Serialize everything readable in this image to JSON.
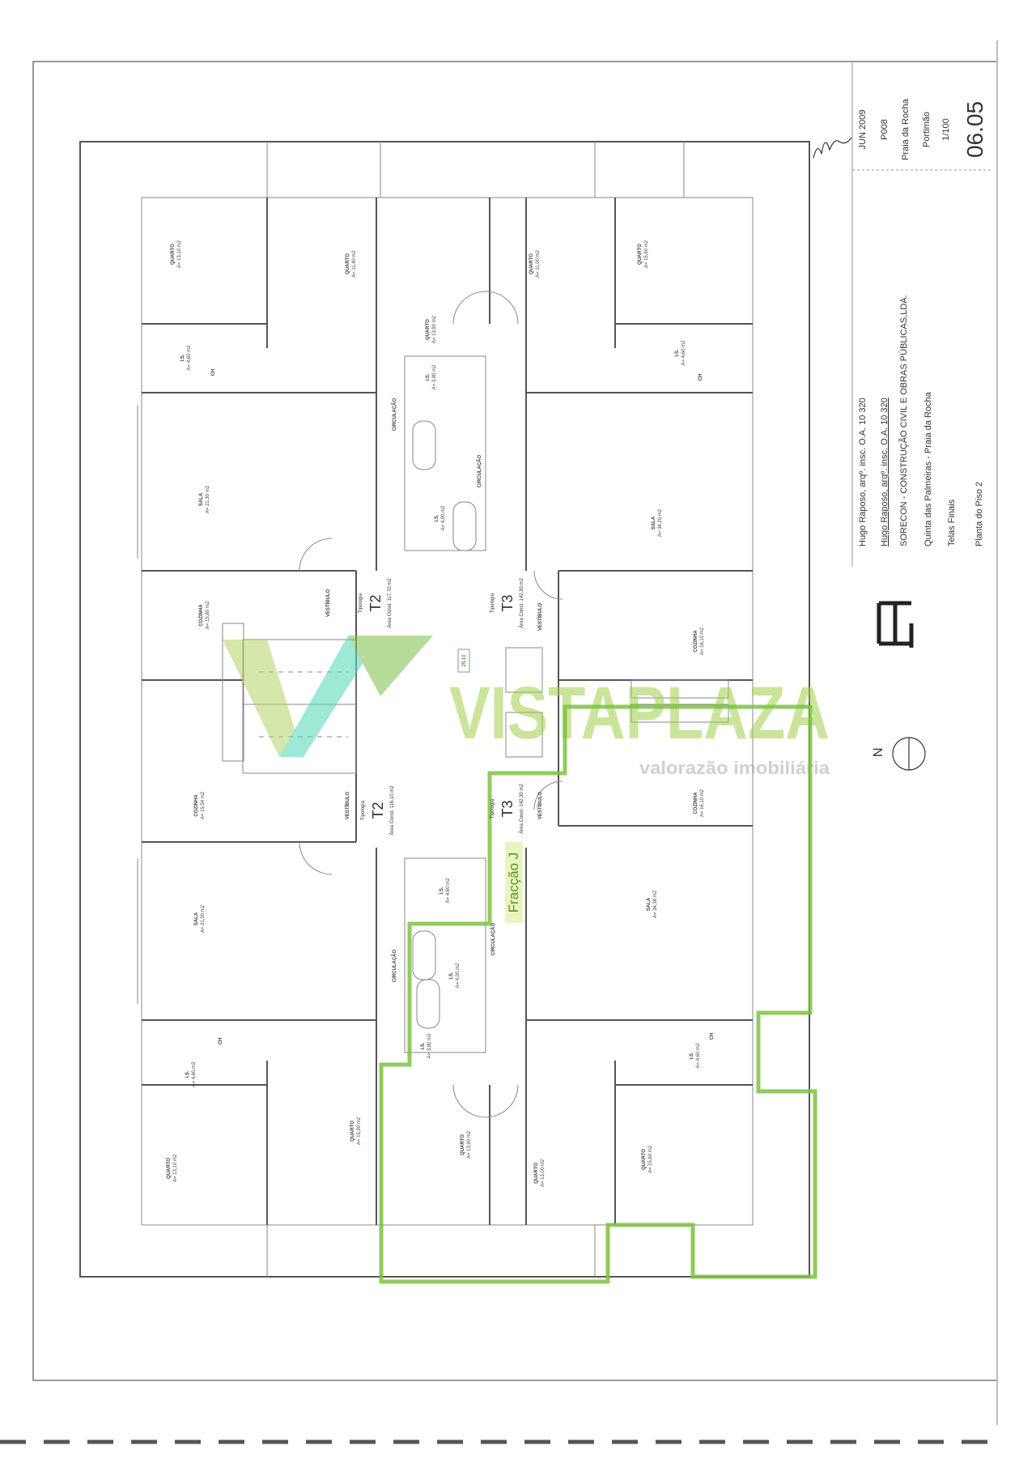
{
  "title_block": {
    "architect_1": "Hugo Raposo, arqº. insc. O.A. 10 320",
    "architect_2": "Hugo Raposo, arqº. insc. O.A. 10 320",
    "client": "SORECON - CONSTRUÇÃO CIVIL E OBRAS PÚBLICAS,LDA.",
    "project": "Quinta das Palmeiras - Praia da Rocha",
    "phase": "Telas Finais",
    "drawing": "Planta do Piso 2",
    "date": "JUN 2009",
    "code": "P008",
    "location_1": "Praia da Rocha",
    "location_2": "Portimão",
    "scale": "1/100",
    "sheet": "06.05",
    "logo": "HR"
  },
  "watermark": {
    "brand": "VISTAPLAZA",
    "tagline": "valorazão imobiliária"
  },
  "highlight": {
    "label": "Fracção J",
    "color": "#7dc242"
  },
  "stair_area": "25,10",
  "rooms": [
    {
      "name": "QUARTO",
      "area": "A= 13,10 m2"
    },
    {
      "name": "QUARTO",
      "area": "A= 11,40 m2"
    },
    {
      "name": "QUARTO",
      "area": "A= 13,90 m2"
    },
    {
      "name": "QUARTO",
      "area": "A= 11,00 m2"
    },
    {
      "name": "QUARTO",
      "area": "A= 15,60 m2"
    },
    {
      "name": "I.S.",
      "area": "A= 4,60 m2"
    },
    {
      "name": "CH",
      "area": ""
    },
    {
      "name": "I.S.",
      "area": "A= 3,80 m2"
    },
    {
      "name": "I.S.",
      "area": "A= 4,60 m2"
    },
    {
      "name": "CH",
      "area": ""
    },
    {
      "name": "CIRCULAÇÃO",
      "area": ""
    },
    {
      "name": "CIRCULAÇÃO",
      "area": ""
    },
    {
      "name": "I.S.",
      "area": "A= 4,90 m2"
    },
    {
      "name": "SALA",
      "area": "A= 21,30 m2"
    },
    {
      "name": "SALA",
      "area": "A= 34,20 m2"
    },
    {
      "name": "COZINHA",
      "area": "A= 15,80 m2"
    },
    {
      "name": "VESTÍBULO",
      "area": ""
    },
    {
      "name": "VESTÍBULO",
      "area": ""
    },
    {
      "name": "COZINHA",
      "area": "A= 16,10 m2"
    },
    {
      "name": "COZINHA",
      "area": "A= 15,54 m2"
    },
    {
      "name": "VESTÍBULO",
      "area": ""
    },
    {
      "name": "VESTÍBULO",
      "area": ""
    },
    {
      "name": "COZINHA",
      "area": "A= 16,10 m2"
    },
    {
      "name": "CIRCULAÇÃO",
      "area": ""
    },
    {
      "name": "I.S.",
      "area": "A= 4,60 m2"
    },
    {
      "name": "SALA",
      "area": "A= 21,30 m2"
    },
    {
      "name": "SALA",
      "area": "A= 34,38 m2"
    },
    {
      "name": "CIRCULAÇÃO",
      "area": ""
    },
    {
      "name": "I.S.",
      "area": "A= 4,00 m2"
    },
    {
      "name": "I.S.",
      "area": "A= 3,80 m2"
    },
    {
      "name": "I.S.",
      "area": "A= 4,60 m2"
    },
    {
      "name": "CH",
      "area": ""
    },
    {
      "name": "I.S.",
      "area": "A= 4,60 m2"
    },
    {
      "name": "CH",
      "area": ""
    },
    {
      "name": "QUARTO",
      "area": "A= 13,10 m2"
    },
    {
      "name": "QUARTO",
      "area": "A= 15,90 m2"
    },
    {
      "name": "QUARTO",
      "area": "A= 13,90 m2"
    },
    {
      "name": "QUARTO",
      "area": "A= 13,00 m2"
    },
    {
      "name": "QUARTO",
      "area": "A= 15,60 m2"
    }
  ],
  "units": [
    {
      "type_label": "Tipologia",
      "type": "T2",
      "area": "Área Const. 117,70 m2"
    },
    {
      "type_label": "Tipologia",
      "type": "T3",
      "area": "Área Const. 142,30 m2"
    },
    {
      "type_label": "Tipologia",
      "type": "T2",
      "area": "Área Const. 116,10 m2"
    },
    {
      "type_label": "Tipologia",
      "type": "T3",
      "area": "Área Const. 142,30 m2"
    }
  ]
}
